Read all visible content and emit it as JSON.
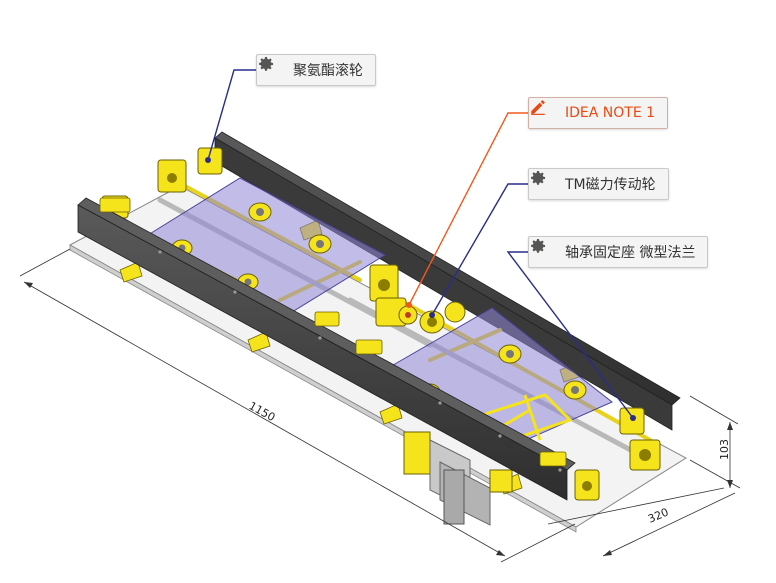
{
  "callouts": [
    {
      "id": "polyurethane-roller",
      "label": "聚氨酯滚轮",
      "icon": "gear-icon",
      "kind": "part"
    },
    {
      "id": "idea-note",
      "label": "IDEA NOTE 1",
      "icon": "pencil-icon",
      "kind": "note"
    },
    {
      "id": "tm-magnetic-wheel",
      "label": "TM磁力传动轮",
      "icon": "gear-icon",
      "kind": "part"
    },
    {
      "id": "bearing-mount",
      "label": "轴承固定座 微型法兰",
      "icon": "gear-icon",
      "kind": "part"
    }
  ],
  "dimensions": {
    "length": "1150",
    "width": "320",
    "height": "103"
  },
  "colors": {
    "part_leader": "#2a2d8c",
    "note_leader": "#f05a1e",
    "note_text": "#e84a14",
    "yellow": "#f5e31c",
    "plate": "#8f86d6"
  }
}
